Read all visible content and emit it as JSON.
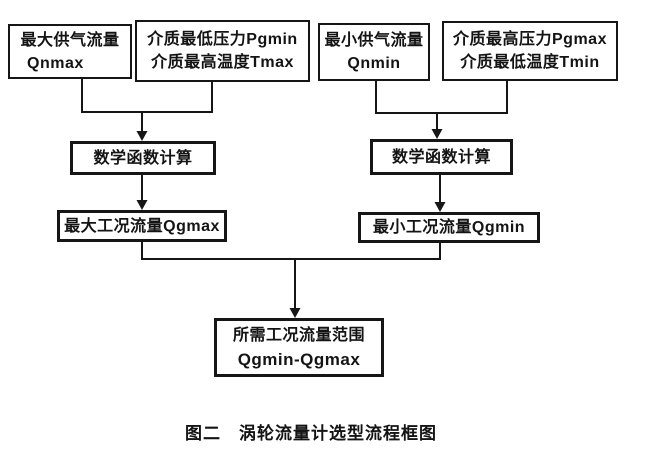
{
  "nodes": {
    "max_supply": {
      "line1": "最大供气流量",
      "line2": "Qnmax"
    },
    "medium_low_press": {
      "line1": "介质最低压力Pgmin",
      "line2": "介质最高温度Tmax"
    },
    "min_supply": {
      "line1": "最小供气流量",
      "line2": "Qnmin"
    },
    "medium_high_press": {
      "line1": "介质最高压力Pgmax",
      "line2": "介质最低温度Tmin"
    },
    "calc_left": {
      "label": "数学函数计算"
    },
    "calc_right": {
      "label": "数学函数计算"
    },
    "max_working_flow": {
      "label": "最大工况流量Qgmax"
    },
    "min_working_flow": {
      "label": "最小工况流量Qgmin"
    },
    "result": {
      "line1": "所需工况流量范围",
      "line2": "Qgmin-Qgmax"
    }
  },
  "caption": "图二　涡轮流量计选型流程框图",
  "colors": {
    "ink": "#161616",
    "background": "#ffffff"
  }
}
